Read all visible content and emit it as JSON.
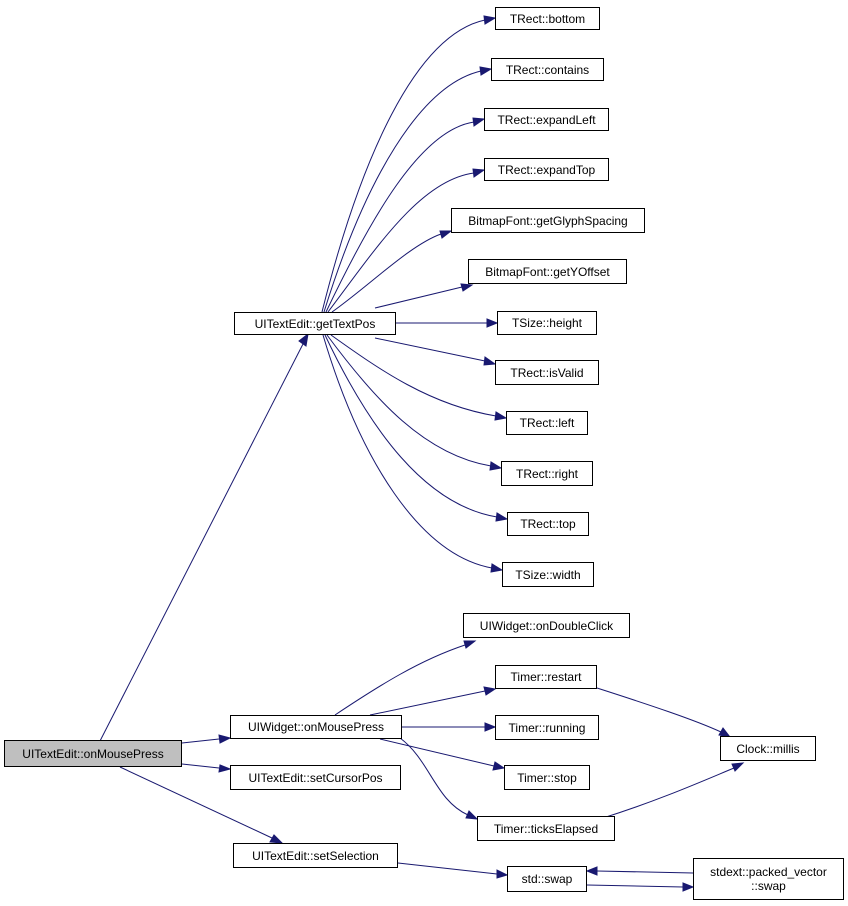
{
  "colors": {
    "edge": "#191970",
    "root_fill": "#bfbfbf",
    "node_fill": "#ffffff",
    "border": "#000000"
  },
  "nodes": {
    "root": {
      "label": "UITextEdit::onMousePress"
    },
    "getTextPos": {
      "label": "UITextEdit::getTextPos"
    },
    "bottom": {
      "label": "TRect::bottom"
    },
    "contains": {
      "label": "TRect::contains"
    },
    "expandLeft": {
      "label": "TRect::expandLeft"
    },
    "expandTop": {
      "label": "TRect::expandTop"
    },
    "getGlyphSpacing": {
      "label": "BitmapFont::getGlyphSpacing"
    },
    "getYOffset": {
      "label": "BitmapFont::getYOffset"
    },
    "height": {
      "label": "TSize::height"
    },
    "isValid": {
      "label": "TRect::isValid"
    },
    "left": {
      "label": "TRect::left"
    },
    "right": {
      "label": "TRect::right"
    },
    "top": {
      "label": "TRect::top"
    },
    "width": {
      "label": "TSize::width"
    },
    "onDoubleClick": {
      "label": "UIWidget::onDoubleClick"
    },
    "widgetOnMousePress": {
      "label": "UIWidget::onMousePress"
    },
    "restart": {
      "label": "Timer::restart"
    },
    "running": {
      "label": "Timer::running"
    },
    "stop": {
      "label": "Timer::stop"
    },
    "ticksElapsed": {
      "label": "Timer::ticksElapsed"
    },
    "millis": {
      "label": "Clock::millis"
    },
    "setCursorPos": {
      "label": "UITextEdit::setCursorPos"
    },
    "setSelection": {
      "label": "UITextEdit::setSelection"
    },
    "swap": {
      "label": "std::swap"
    },
    "packedSwap": {
      "label_line1": "stdext::packed_vector",
      "label_line2": "::swap"
    }
  },
  "edges": [
    [
      "root",
      "getTextPos"
    ],
    [
      "root",
      "widgetOnMousePress"
    ],
    [
      "root",
      "setCursorPos"
    ],
    [
      "root",
      "setSelection"
    ],
    [
      "getTextPos",
      "bottom"
    ],
    [
      "getTextPos",
      "contains"
    ],
    [
      "getTextPos",
      "expandLeft"
    ],
    [
      "getTextPos",
      "expandTop"
    ],
    [
      "getTextPos",
      "getGlyphSpacing"
    ],
    [
      "getTextPos",
      "getYOffset"
    ],
    [
      "getTextPos",
      "height"
    ],
    [
      "getTextPos",
      "isValid"
    ],
    [
      "getTextPos",
      "left"
    ],
    [
      "getTextPos",
      "right"
    ],
    [
      "getTextPos",
      "top"
    ],
    [
      "getTextPos",
      "width"
    ],
    [
      "widgetOnMousePress",
      "onDoubleClick"
    ],
    [
      "widgetOnMousePress",
      "restart"
    ],
    [
      "widgetOnMousePress",
      "running"
    ],
    [
      "widgetOnMousePress",
      "stop"
    ],
    [
      "widgetOnMousePress",
      "ticksElapsed"
    ],
    [
      "restart",
      "millis"
    ],
    [
      "ticksElapsed",
      "millis"
    ],
    [
      "setSelection",
      "swap"
    ],
    [
      "swap",
      "packedSwap"
    ],
    [
      "packedSwap",
      "swap"
    ]
  ]
}
